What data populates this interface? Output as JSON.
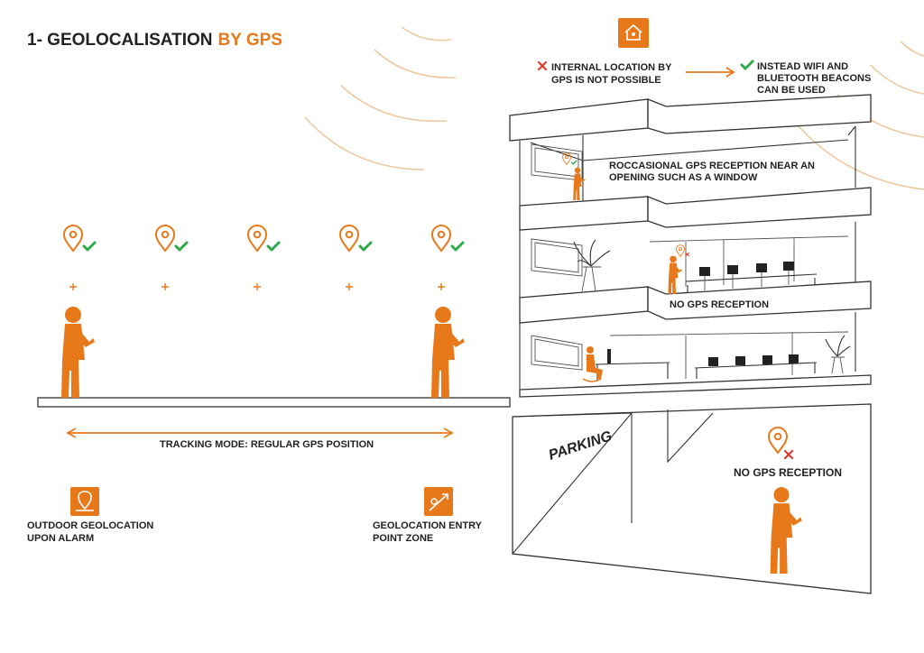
{
  "title": {
    "prefix": "1- GEOLOCALISATION",
    "accent": "BY GPS"
  },
  "labels": {
    "internal_line1": "INTERNAL LOCATION BY",
    "internal_line2": "GPS IS NOT POSSIBLE",
    "instead_line1": "INSTEAD WIFI AND",
    "instead_line2": "BLUETOOTH BEACONS",
    "instead_line3": "CAN BE USED",
    "occasional_line1": "ROCCASIONAL GPS RECEPTION NEAR AN",
    "occasional_line2": "OPENING SUCH AS A WINDOW",
    "no_gps_floor": "NO GPS RECEPTION",
    "no_gps_parking": "NO GPS RECEPTION",
    "parking": "PARKING",
    "tracking": "TRACKING MODE: REGULAR GPS POSITION",
    "outdoor_line1": "OUTDOOR GEOLOCATION",
    "outdoor_line2": "UPON ALARM",
    "entry_line1": "GEOLOCATION ENTRY",
    "entry_line2": "POINT ZONE"
  },
  "icons": {
    "building_badge": "building-location-icon",
    "outdoor_badge": "map-location-icon",
    "entry_badge": "entry-zone-icon",
    "pin": "location-pin-icon",
    "ok": "checkmark-icon",
    "no": "cross-icon"
  },
  "colors": {
    "accent": "#e8791a",
    "ok": "#2eaa4a",
    "no": "#e03a2c",
    "text": "#222222"
  }
}
